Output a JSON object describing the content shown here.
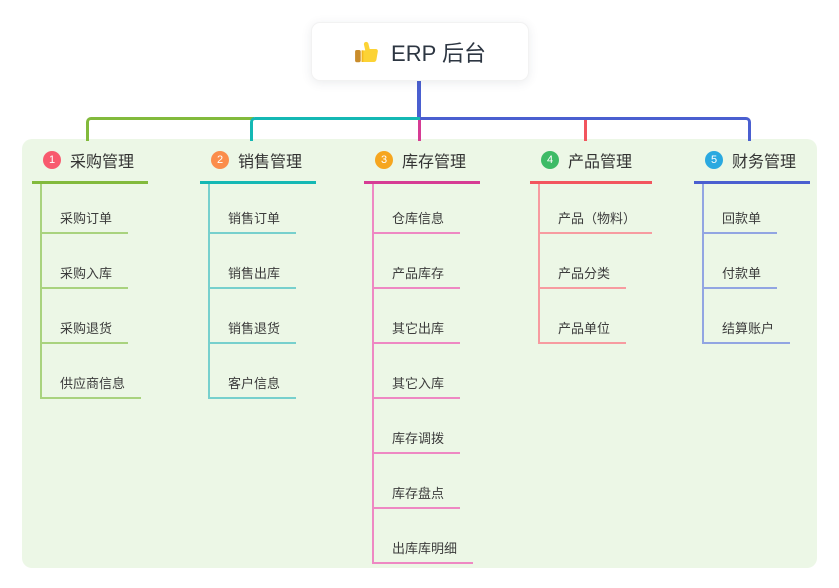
{
  "root": {
    "label": "ERP 后台",
    "icon": "thumbs-up-icon"
  },
  "branches": [
    {
      "index": "1",
      "label": "采购管理",
      "badge_color": "#f85a6e",
      "line_color": "#82ba3c",
      "child_line_color": "#a9d37e",
      "children": [
        "采购订单",
        "采购入库",
        "采购退货",
        "供应商信息"
      ]
    },
    {
      "index": "2",
      "label": "销售管理",
      "badge_color": "#fb8d4b",
      "line_color": "#14b8b4",
      "child_line_color": "#77d0cd",
      "children": [
        "销售订单",
        "销售出库",
        "销售退货",
        "客户信息"
      ]
    },
    {
      "index": "3",
      "label": "库存管理",
      "badge_color": "#f6a61f",
      "line_color": "#d63c94",
      "child_line_color": "#ee88c3",
      "children": [
        "仓库信息",
        "产品库存",
        "其它出库",
        "其它入库",
        "库存调拨",
        "库存盘点",
        "出库库明细"
      ]
    },
    {
      "index": "4",
      "label": "产品管理",
      "badge_color": "#3dbb66",
      "line_color": "#f2555e",
      "child_line_color": "#f79ba0",
      "children": [
        "产品（物料）",
        "产品分类",
        "产品单位"
      ]
    },
    {
      "index": "5",
      "label": "财务管理",
      "badge_color": "#2aa9e0",
      "line_color": "#4a5fd0",
      "child_line_color": "#92a5e2",
      "children": [
        "回款单",
        "付款单",
        "结算账户"
      ]
    }
  ],
  "colors": {
    "panel_background": "#ecf7e6",
    "page_background": "#ffffff",
    "root_connector": "#4a5fd0",
    "root_text": "#2d3642",
    "node_text": "#3c3c3c"
  }
}
